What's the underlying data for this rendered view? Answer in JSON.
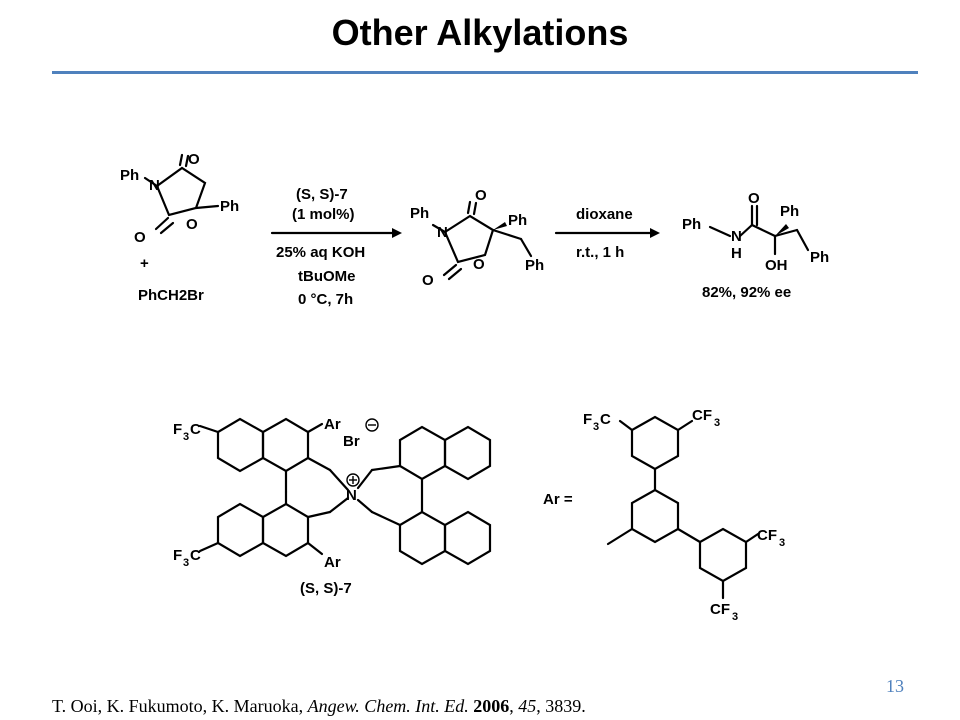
{
  "slide": {
    "title": "Other Alkylations",
    "page_number": "13"
  },
  "reaction": {
    "reagent": "PhCH2Br",
    "plus": "+",
    "arrow1_above": [
      "(S, S)-7",
      "(1 mol%)"
    ],
    "arrow1_below": [
      "25% aq KOH",
      "tBuOMe",
      "0 °C, 7h"
    ],
    "arrow2_above": "dioxane",
    "arrow2_below": "r.t., 1 h",
    "yield": "82%, 92% ee"
  },
  "catalyst": {
    "label": "(S, S)-7",
    "ar_definition": "Ar ="
  },
  "citation": {
    "authors": "T. Ooi, K. Fukumoto, K. Maruoka,",
    "journal": "Angew. Chem. Int. Ed.",
    "year": "2006",
    "volume": "45",
    "pages": "3839."
  }
}
